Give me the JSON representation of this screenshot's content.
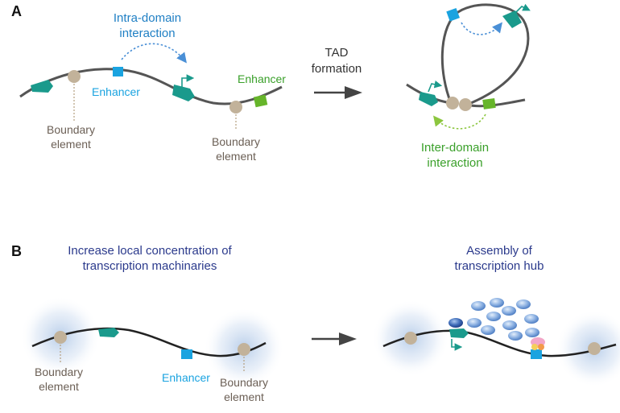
{
  "panel_a": {
    "letter": "A",
    "intra_label_1": "Intra-domain",
    "intra_label_2": "interaction",
    "enhancer_label_blue": "Enhancer",
    "enhancer_label_green": "Enhancer",
    "boundary_left_1": "Boundary",
    "boundary_left_2": "element",
    "boundary_right_1": "Boundary",
    "boundary_right_2": "element",
    "arrow_label_1": "TAD",
    "arrow_label_2": "formation",
    "inter_label_1": "Inter-domain",
    "inter_label_2": "interaction"
  },
  "panel_b": {
    "letter": "B",
    "left_title_1": "Increase local concentration of",
    "left_title_2": "transcription machinaries",
    "right_title_1": "Assembly of",
    "right_title_2": "transcription hub",
    "boundary_left_1": "Boundary",
    "boundary_left_2": "element",
    "enhancer_label": "Enhancer",
    "boundary_right_1": "Boundary",
    "boundary_right_2": "element"
  },
  "colors": {
    "chromatin": "#555555",
    "boundary": "#c2b29a",
    "promoter": "#1a9a8c",
    "enhancer_blue": "#1aa3e0",
    "enhancer_green": "#66b52a",
    "label_blue": "#1f7fc4",
    "label_green": "#3aa02a",
    "title_navy": "#2b3a8c",
    "label_brown": "#6b5f55"
  }
}
